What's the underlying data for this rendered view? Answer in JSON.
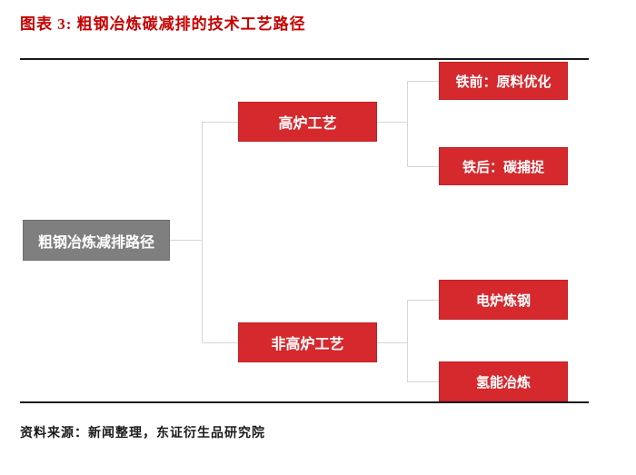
{
  "title": "图表 3: 粗钢冶炼碳减排的技术工艺路径",
  "source": "资料来源：新闻整理，东证衍生品研究院",
  "colors": {
    "title_red": "#c80000",
    "box_red": "#d5292e",
    "box_gray": "#7f7f7f",
    "connector_gray": "#d6d6d6",
    "rule_black": "#1a1a1a"
  },
  "chart_data": {
    "type": "tree-diagram",
    "orientation": "left-to-right",
    "root": {
      "label": "粗钢冶炼减排路径"
    },
    "branches": [
      {
        "label": "高炉工艺",
        "children": [
          "铁前：原料优化",
          "铁后：碳捕捉"
        ]
      },
      {
        "label": "非高炉工艺",
        "children": [
          "电炉炼钢",
          "氢能冶炼"
        ]
      }
    ]
  }
}
